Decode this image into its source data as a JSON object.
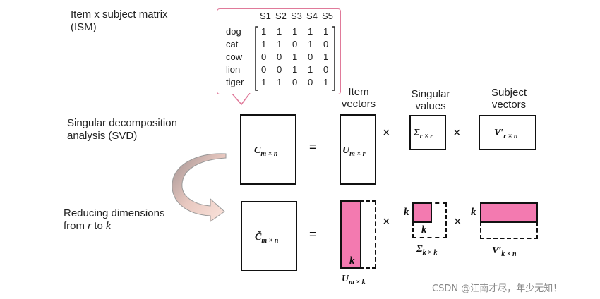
{
  "ism": {
    "title_line1": "Item x subject matrix",
    "title_line2": "(ISM)",
    "columns": [
      "S1",
      "S2",
      "S3",
      "S4",
      "S5"
    ],
    "rows": [
      {
        "label": "dog",
        "values": [
          "1",
          "1",
          "1",
          "1",
          "1"
        ]
      },
      {
        "label": "cat",
        "values": [
          "1",
          "1",
          "0",
          "1",
          "0"
        ]
      },
      {
        "label": "cow",
        "values": [
          "0",
          "0",
          "1",
          "0",
          "1"
        ]
      },
      {
        "label": "lion",
        "values": [
          "0",
          "0",
          "1",
          "1",
          "0"
        ]
      },
      {
        "label": "tiger",
        "values": [
          "1",
          "1",
          "0",
          "0",
          "1"
        ]
      }
    ]
  },
  "headers": {
    "item_line1": "Item",
    "item_line2": "vectors",
    "singular_line1": "Singular",
    "singular_line2": "values",
    "subject_line1": "Subject",
    "subject_line2": "vectors"
  },
  "svd": {
    "label_line1": "Singular decomposition",
    "label_line2": "analysis (SVD)",
    "c_base": "C",
    "c_sub": "m × n",
    "u_base": "U",
    "u_sub": "m × r",
    "s_base": "Σ",
    "s_sub": "r × r",
    "v_base": "V′",
    "v_sub": "r × n"
  },
  "reduced": {
    "label_line1": "Reducing dimensions",
    "label_line2_prefix": "from ",
    "label_r": "r",
    "label_mid": " to ",
    "label_k": "k",
    "c_base": "C̃",
    "c_sub": "m × n",
    "u_base": "U",
    "u_sub": "m × k",
    "s_base": "Σ",
    "s_sub": "k × k",
    "v_base": "V′",
    "v_sub": "k × n",
    "k": "k"
  },
  "ops": {
    "equals": "=",
    "times": "×"
  },
  "watermark": "CSDN @江南才尽，年少无知！",
  "colors": {
    "highlight": "#f37ab0",
    "callout_border": "#e07a9a"
  }
}
